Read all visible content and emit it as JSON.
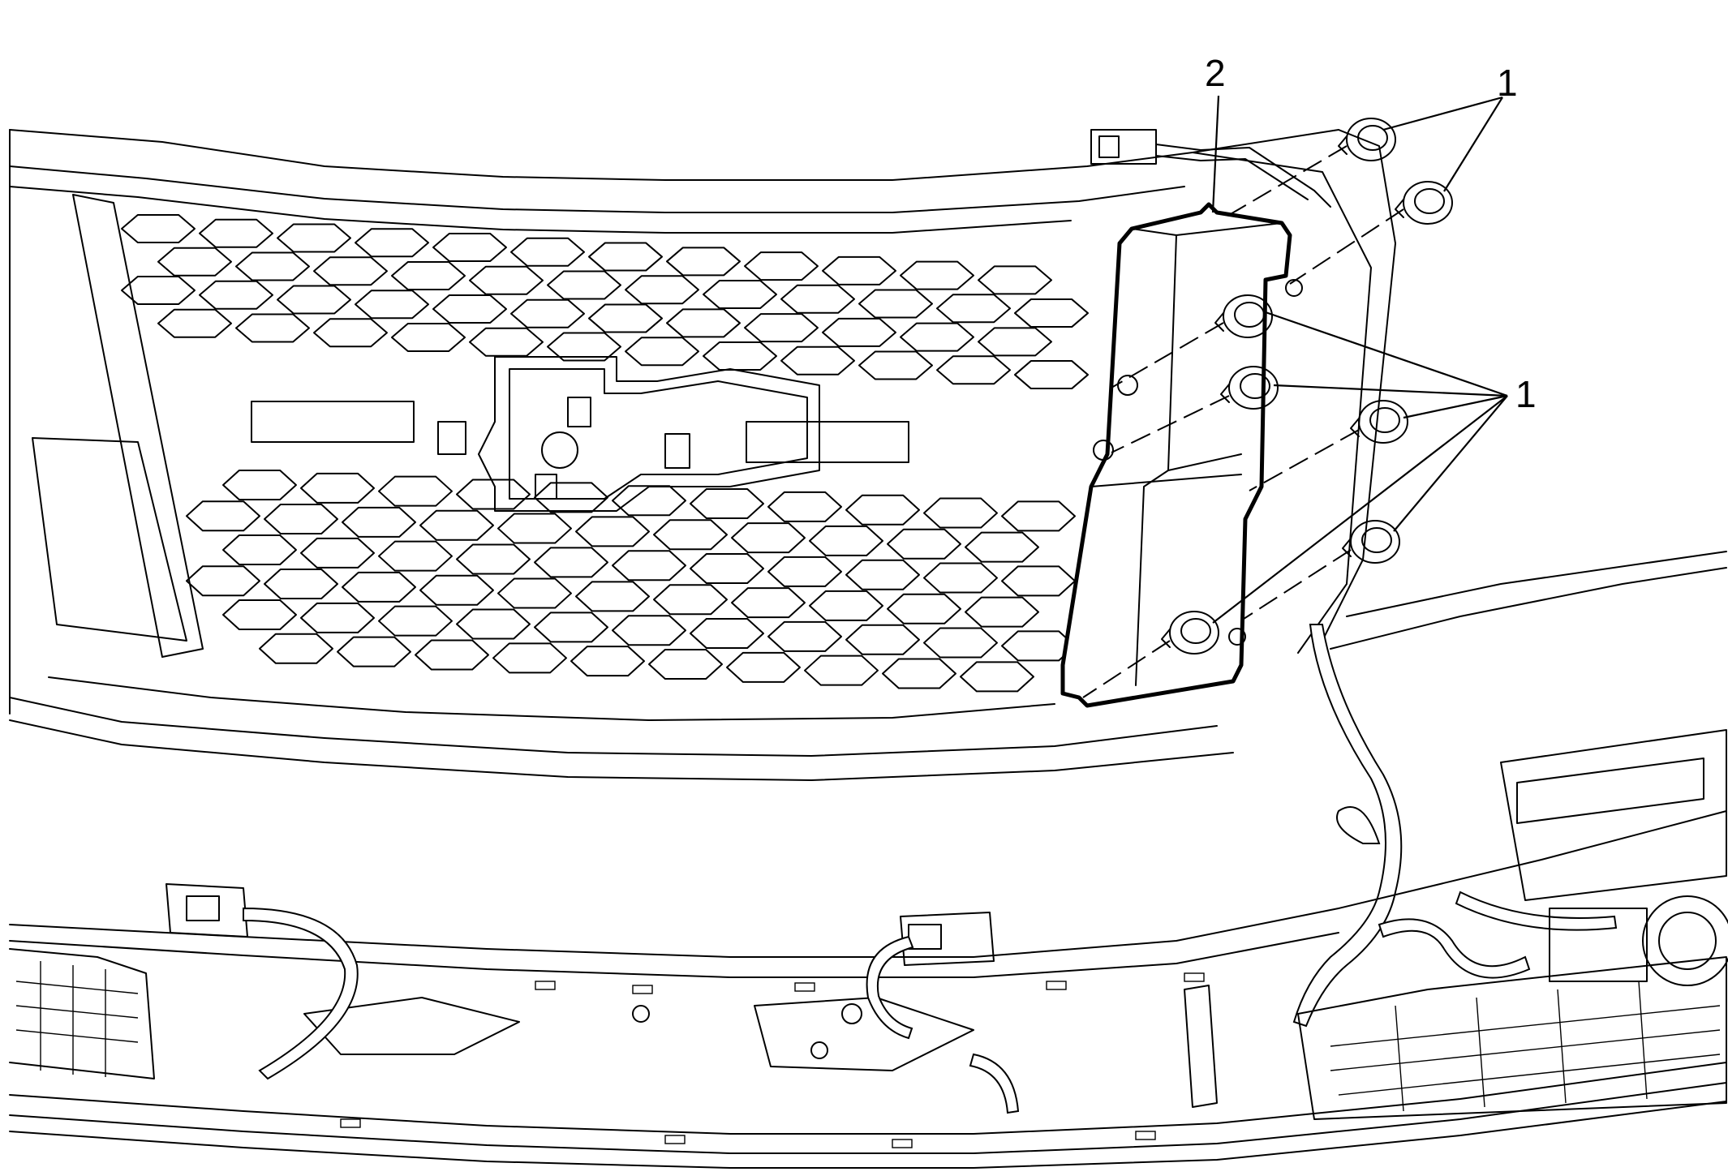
{
  "callouts": {
    "fastener_top": "1",
    "retainer": "2",
    "fastener_group": "1"
  }
}
